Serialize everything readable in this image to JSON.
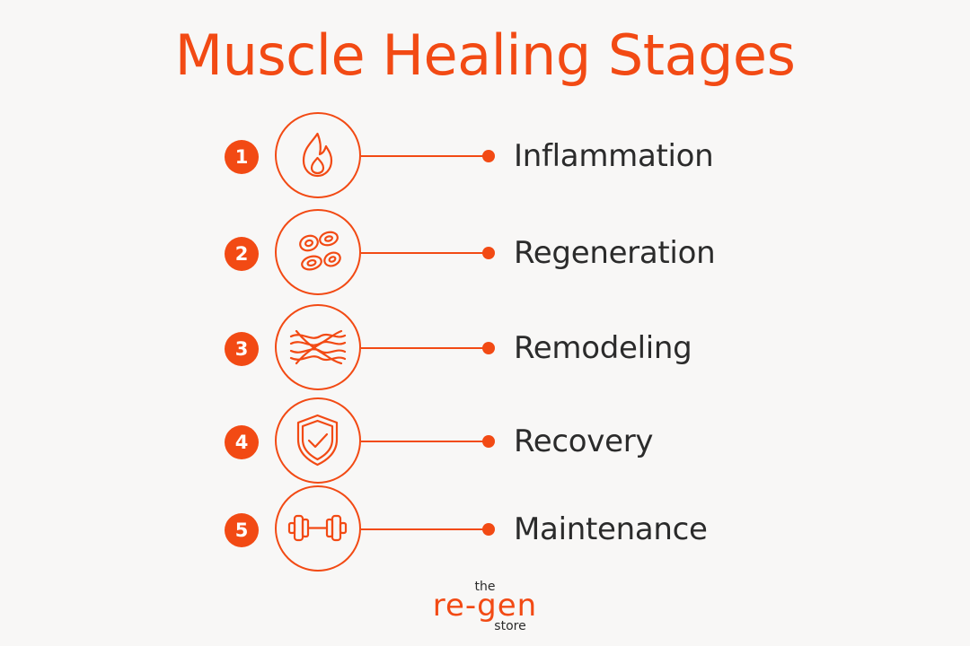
{
  "title": "Muscle Healing Stages",
  "colors": {
    "accent": "#f24a14",
    "text": "#2b2b2b",
    "background": "#f8f7f6"
  },
  "stages": [
    {
      "number": "1",
      "label": "Inflammation",
      "icon": "flame-icon"
    },
    {
      "number": "2",
      "label": "Regeneration",
      "icon": "cells-icon"
    },
    {
      "number": "3",
      "label": "Remodeling",
      "icon": "woven-fibers-icon"
    },
    {
      "number": "4",
      "label": "Recovery",
      "icon": "shield-check-icon"
    },
    {
      "number": "5",
      "label": "Maintenance",
      "icon": "dumbbell-icon"
    }
  ],
  "brand": {
    "the": "the",
    "main": "re-gen",
    "store": "store"
  }
}
